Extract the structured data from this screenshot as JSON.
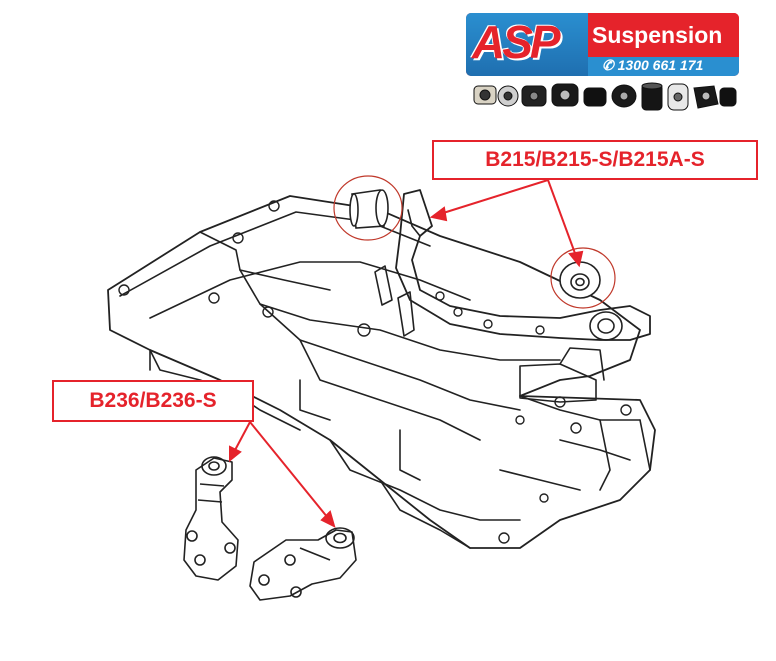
{
  "logo": {
    "brand": "ASP",
    "name": "Suspension",
    "phone": "1300 661 171",
    "colors": {
      "red": "#e5232b",
      "blue": "#2a8fd0"
    },
    "icons": [
      "phone-icon",
      "bushing-parts-strip"
    ]
  },
  "labels": {
    "rear": "B215/B215-S/B215A-S",
    "mount": "B236/B236-S"
  },
  "colors": {
    "callout": "#e5232b",
    "line_art": "#222222",
    "highlight_circle": "#c0392b"
  }
}
